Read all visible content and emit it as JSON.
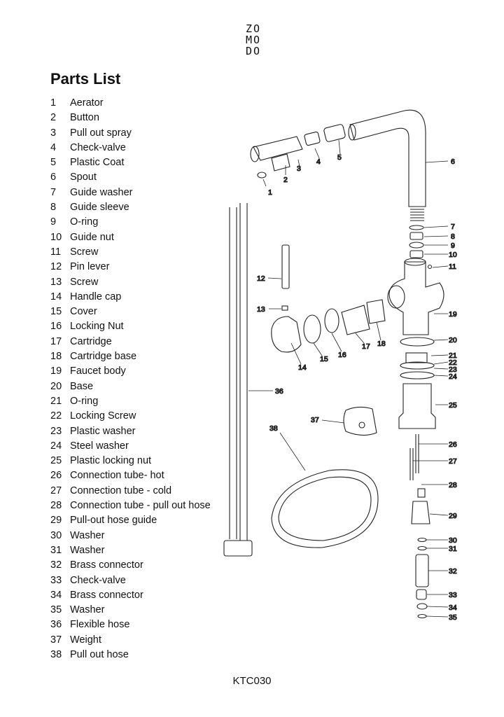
{
  "brand": {
    "logo_lines": [
      "ZO",
      "MO",
      "DO"
    ]
  },
  "title": "Parts List",
  "parts": [
    {
      "num": "1",
      "name": "Aerator"
    },
    {
      "num": "2",
      "name": "Button"
    },
    {
      "num": "3",
      "name": "Pull out spray"
    },
    {
      "num": "4",
      "name": "Check-valve"
    },
    {
      "num": "5",
      "name": "Plastic Coat"
    },
    {
      "num": "6",
      "name": "Spout"
    },
    {
      "num": "7",
      "name": "Guide washer"
    },
    {
      "num": "8",
      "name": "Guide sleeve"
    },
    {
      "num": "9",
      "name": "O-ring"
    },
    {
      "num": "10",
      "name": "Guide nut"
    },
    {
      "num": "11",
      "name": "Screw"
    },
    {
      "num": "12",
      "name": "Pin lever"
    },
    {
      "num": "13",
      "name": "Screw"
    },
    {
      "num": "14",
      "name": "Handle cap"
    },
    {
      "num": "15",
      "name": "Cover"
    },
    {
      "num": "16",
      "name": "Locking Nut"
    },
    {
      "num": "17",
      "name": "Cartridge"
    },
    {
      "num": "18",
      "name": "Cartridge base"
    },
    {
      "num": "19",
      "name": "Faucet body"
    },
    {
      "num": "20",
      "name": "Base"
    },
    {
      "num": "21",
      "name": "O-ring"
    },
    {
      "num": "22",
      "name": "Locking Screw"
    },
    {
      "num": "23",
      "name": "Plastic washer"
    },
    {
      "num": "24",
      "name": "Steel washer"
    },
    {
      "num": "25",
      "name": "Plastic locking nut"
    },
    {
      "num": "26",
      "name": "Connection tube- hot"
    },
    {
      "num": "27",
      "name": "Connection tube - cold"
    },
    {
      "num": "28",
      "name": "Connection tube - pull out hose"
    },
    {
      "num": "29",
      "name": "Pull-out hose guide"
    },
    {
      "num": "30",
      "name": "Washer"
    },
    {
      "num": "31",
      "name": "Washer"
    },
    {
      "num": "32",
      "name": "Brass connector"
    },
    {
      "num": "33",
      "name": "Check-valve"
    },
    {
      "num": "34",
      "name": "Brass connector"
    },
    {
      "num": "35",
      "name": "Washer"
    },
    {
      "num": "36",
      "name": "Flexible hose"
    },
    {
      "num": "37",
      "name": "Weight"
    },
    {
      "num": "38",
      "name": "Pull out hose"
    }
  ],
  "diagram_callouts": [
    "1",
    "2",
    "3",
    "4",
    "5",
    "6",
    "7",
    "8",
    "9",
    "10",
    "11",
    "12",
    "13",
    "14",
    "15",
    "16",
    "17",
    "18",
    "19",
    "20",
    "21",
    "22",
    "23",
    "24",
    "25",
    "26",
    "27",
    "28",
    "29",
    "30",
    "31",
    "32",
    "33",
    "34",
    "35",
    "36",
    "37",
    "38"
  ],
  "footer": {
    "model": "KTC030"
  }
}
